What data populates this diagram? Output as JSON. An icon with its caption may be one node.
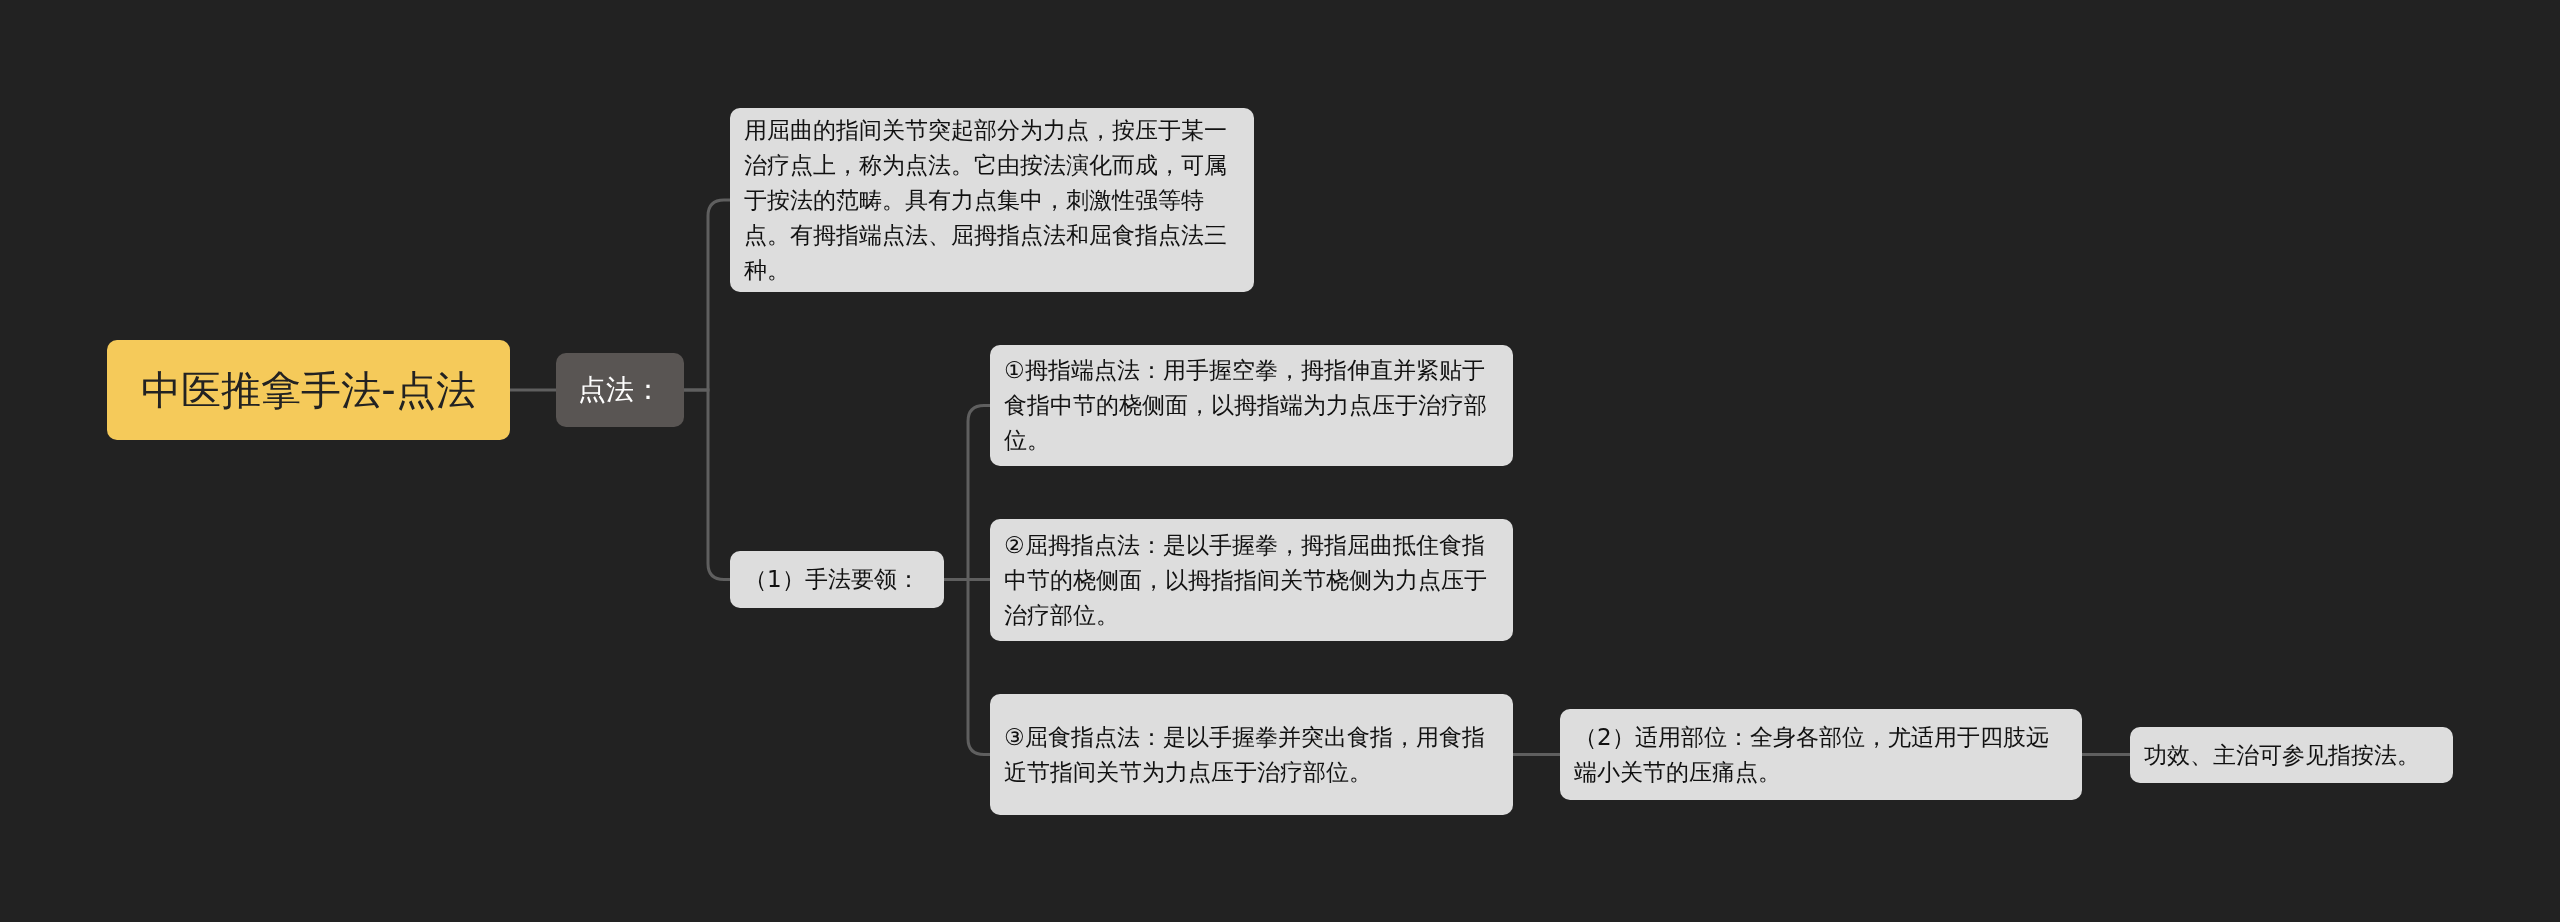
{
  "diagram": {
    "nodes": [
      {
        "text": [
          "中医推拿手法-点法"
        ]
      },
      {
        "text": [
          "点法："
        ]
      },
      {
        "text": [
          "用屈曲的指间关节突起部分为力点，按压于某一治疗点上，称为点法。它由按法演化而成，可属于按法的范畴。具有力点集中，刺激性强等特点。有拇指端点法、屈拇指点法和屈食指点法三种。"
        ]
      },
      {
        "text": [
          "（1）手法要领："
        ]
      },
      {
        "text": [
          "①拇指端点法：用手握空拳，拇指伸直并紧贴于食指中节的桡侧面，以拇指端为力点压于治疗部位。"
        ]
      },
      {
        "text": [
          "②屈拇指点法：是以手握拳，拇指屈曲抵住食指中节的桡侧面，以拇指指间关节桡侧为力点压于治疗部位。"
        ]
      },
      {
        "text": [
          "③屈食指点法：是以手握拳并突出食指，用食指近节指间关节为力点压于治疗部位。"
        ]
      },
      {
        "text": [
          "（2）适用部位：全身各部位，尤适用于四肢远端小关节的压痛点。"
        ]
      },
      {
        "text": [
          "功效、主治可参见指按法。"
        ]
      }
    ],
    "edges": [
      {
        "from": 0,
        "to": 1,
        "arrow": "none"
      },
      {
        "from": 1,
        "to": 2,
        "arrow": "none"
      },
      {
        "from": 1,
        "to": 3,
        "arrow": "none"
      },
      {
        "from": 3,
        "to": 4,
        "arrow": "none"
      },
      {
        "from": 3,
        "to": 5,
        "arrow": "none"
      },
      {
        "from": 3,
        "to": 6,
        "arrow": "none"
      },
      {
        "from": 6,
        "to": 7,
        "arrow": "none"
      },
      {
        "from": 7,
        "to": 8,
        "arrow": "none"
      }
    ]
  }
}
